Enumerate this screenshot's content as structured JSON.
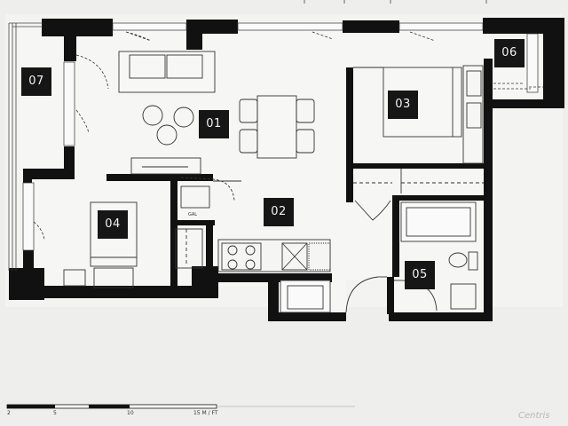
{
  "rooms": [
    {
      "id": "01"
    },
    {
      "id": "02"
    },
    {
      "id": "03"
    },
    {
      "id": "04"
    },
    {
      "id": "05"
    },
    {
      "id": "06"
    },
    {
      "id": "07"
    }
  ],
  "small_label": "GAL",
  "scale": {
    "ticks": [
      "2",
      "5",
      "10"
    ],
    "unit": "15 M / FT"
  },
  "watermark": "Centris"
}
